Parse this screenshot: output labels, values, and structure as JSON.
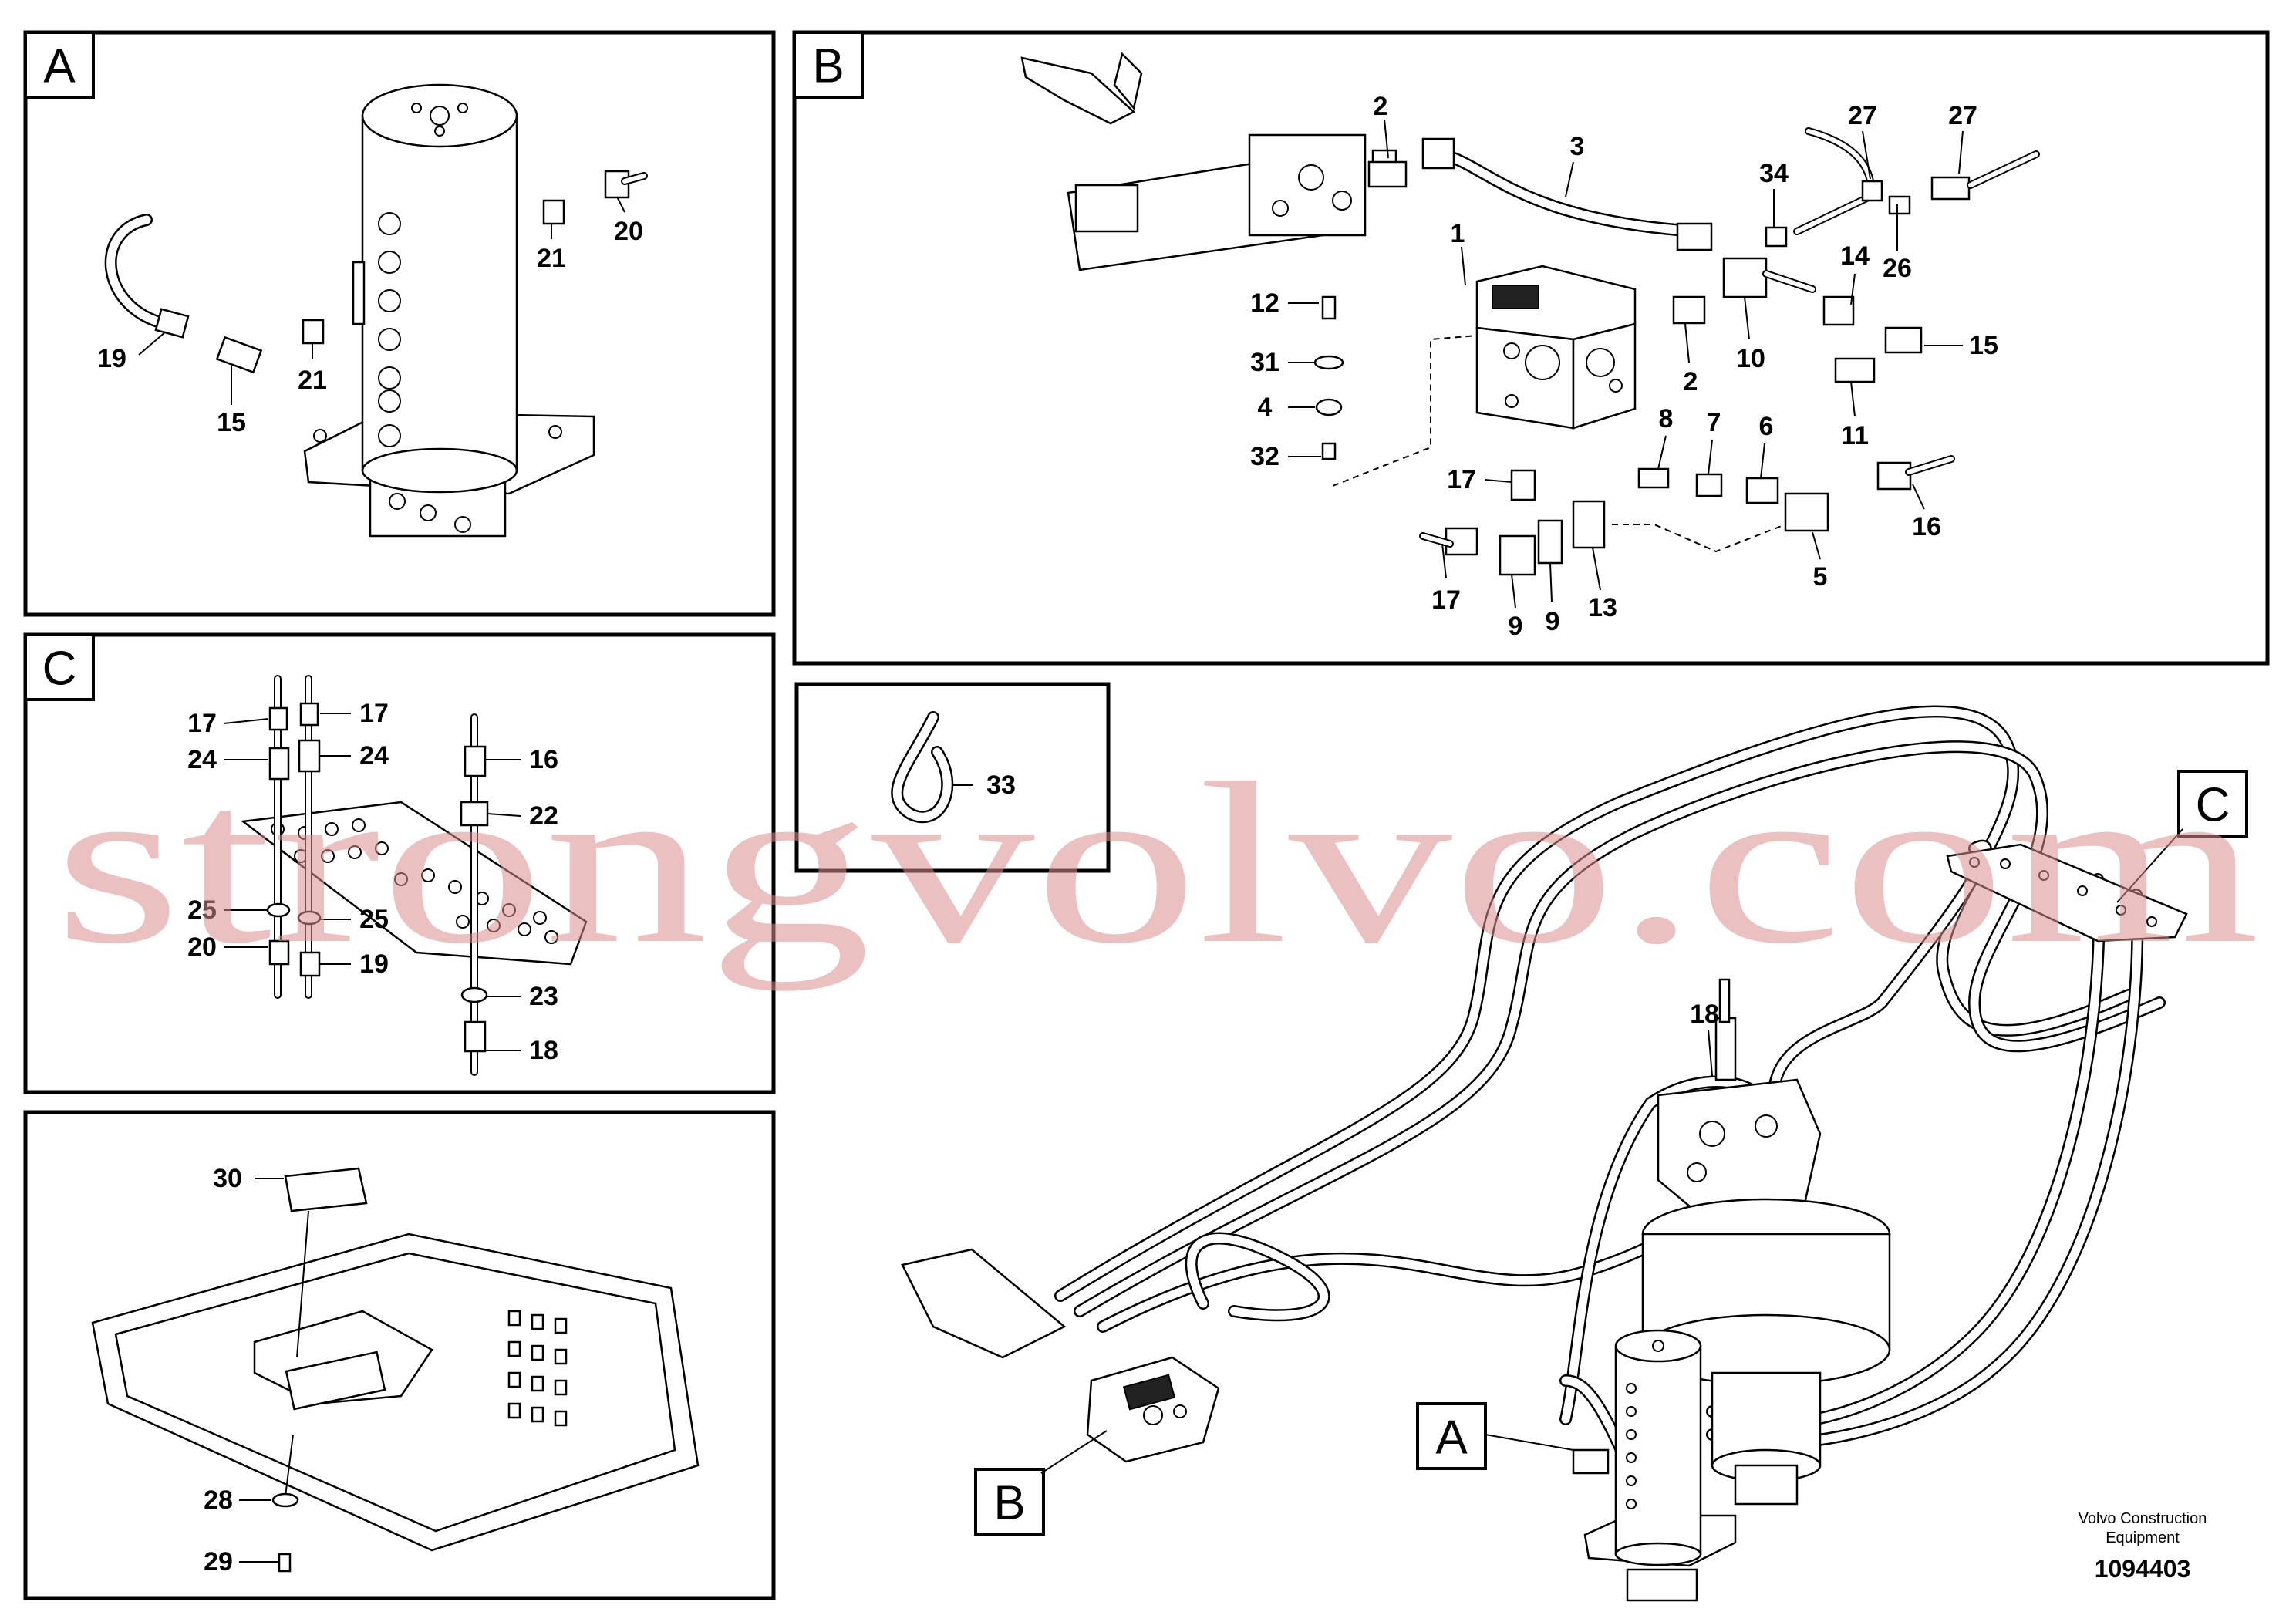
{
  "panels": {
    "A": "A",
    "B": "B",
    "C": "C",
    "main_A": "A",
    "main_B": "B",
    "main_C": "C"
  },
  "callouts": {
    "a": [
      "19",
      "15",
      "21",
      "21",
      "20"
    ],
    "b": [
      "2",
      "3",
      "27",
      "27",
      "34",
      "1",
      "12",
      "31",
      "4",
      "32",
      "26",
      "14",
      "15",
      "2",
      "10",
      "11",
      "8",
      "7",
      "6",
      "17",
      "16",
      "5",
      "17",
      "9",
      "9",
      "13"
    ],
    "c": [
      "17",
      "17",
      "24",
      "24",
      "16",
      "22",
      "25",
      "25",
      "20",
      "19",
      "23",
      "18"
    ],
    "d": [
      "30",
      "28",
      "29"
    ],
    "strap": [
      "33"
    ],
    "main": [
      "18"
    ]
  },
  "footer": {
    "brand_line1": "Volvo Construction",
    "brand_line2": "Equipment",
    "drawing_number": "1094403"
  },
  "watermark": "strongvolvo.com"
}
